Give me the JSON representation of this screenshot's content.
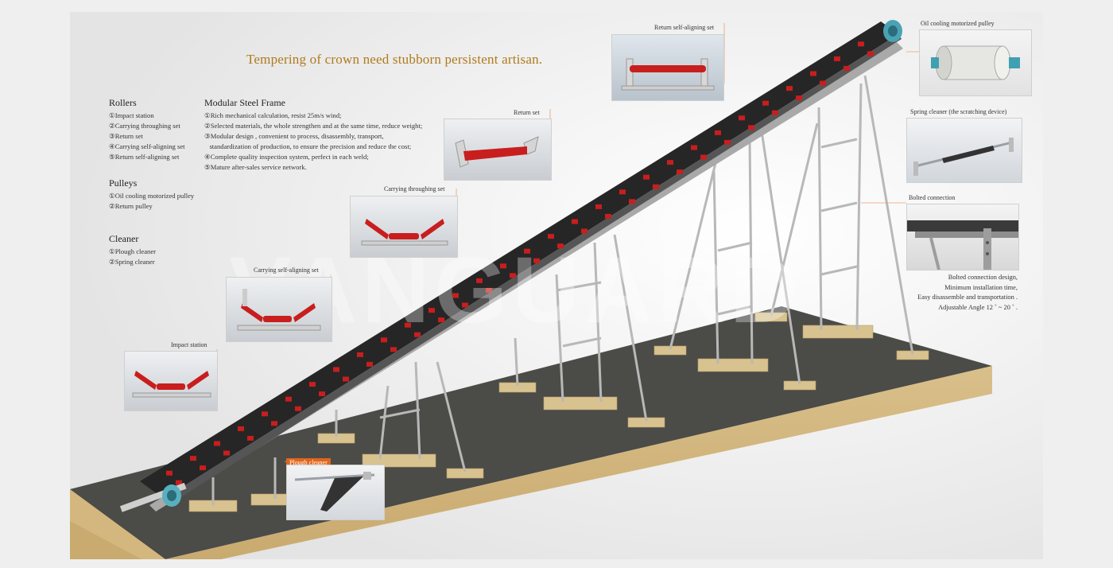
{
  "headline": "Tempering of crown need stubborn persistent artisan.",
  "watermark": "VANGUARD",
  "rollers": {
    "title": "Rollers",
    "items": [
      "①Impact station",
      "②Carrying throughing set",
      "③Return set",
      "④Carrying self-aligning set",
      "⑤Return self-aligning set"
    ]
  },
  "frame": {
    "title": "Modular Steel Frame",
    "items": [
      "①Rich mechanical calculation,  resist 25m/s wind;",
      "②Selected materials, the whole strengthen and at the same time, reduce weight;",
      "③Modular design , convenient to process, disassembly, transport,",
      "   standardization of production, to ensure the precision and reduce the cost;",
      "④Complete quality inspection system, perfect in each weld;",
      "⑤Mature after-sales service network."
    ]
  },
  "pulleys": {
    "title": "Pulleys",
    "items": [
      "①Oil cooling motorized pulley",
      "②Return pulley"
    ]
  },
  "cleaner": {
    "title": "Cleaner",
    "items": [
      "①Plough cleaner",
      "②Spring cleaner"
    ]
  },
  "callouts": {
    "return_self_aligning": "Return self-aligning set",
    "oil_cooling": "Oil cooling motorized pulley",
    "return_set": "Return set",
    "spring_cleaner": "Spring cleaner  (the scratching device)",
    "carrying_throughing": "Carrying throughing set",
    "bolted": "Bolted connection",
    "carrying_self_aligning": "Carrying self-aligning set",
    "impact": "Impact station",
    "plough": "Plough cleaner"
  },
  "bolted_notes": [
    "Bolted connection design,",
    "Minimum installation time,",
    "Easy disassemble and transportation .",
    "Adjustable Angle   12 ˚  ~  20 ˚  ."
  ],
  "colors": {
    "accent": "#b07a1c",
    "roller_red": "#c81e1e",
    "plough_label": "#e0661b"
  }
}
